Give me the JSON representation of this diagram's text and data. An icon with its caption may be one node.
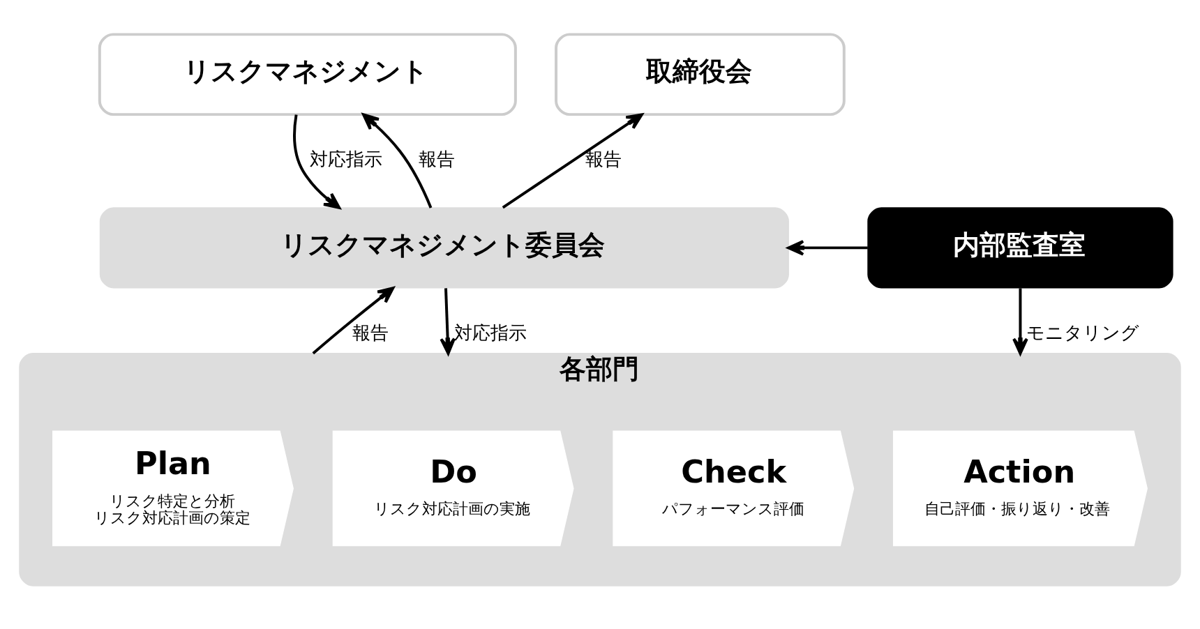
{
  "diagram": {
    "nodes": [
      {
        "text": [
          "リスクマネジメント"
        ]
      },
      {
        "text": [
          "取締役会"
        ]
      },
      {
        "text": [
          "リスクマネジメント委員会"
        ]
      },
      {
        "text": [
          "内部監査室"
        ]
      },
      {
        "text": [
          "各部門"
        ]
      },
      {
        "text": [
          "Plan",
          "リスク特定と分析",
          "リスク対応計画の策定"
        ],
        "in": 4
      },
      {
        "text": [
          "Do",
          "リスク対応計画の実施"
        ],
        "in": 4
      },
      {
        "text": [
          "Check",
          "パフォーマンス評価"
        ],
        "in": 4
      },
      {
        "text": [
          "Action",
          "自己評価・振り返り・改善"
        ],
        "in": 4
      }
    ],
    "edges": [
      {
        "from": 0,
        "to": 2,
        "arrow": "to",
        "label": "対応指示"
      },
      {
        "from": 2,
        "to": 0,
        "arrow": "to",
        "label": "報告"
      },
      {
        "from": 2,
        "to": 1,
        "arrow": "to",
        "label": "報告"
      },
      {
        "from": 3,
        "to": 2,
        "arrow": "to"
      },
      {
        "from": 4,
        "to": 2,
        "arrow": "to",
        "label": "報告"
      },
      {
        "from": 2,
        "to": 4,
        "arrow": "to",
        "label": "対応指示"
      },
      {
        "from": 3,
        "to": 4,
        "arrow": "to",
        "label": "モニタリング"
      }
    ]
  }
}
